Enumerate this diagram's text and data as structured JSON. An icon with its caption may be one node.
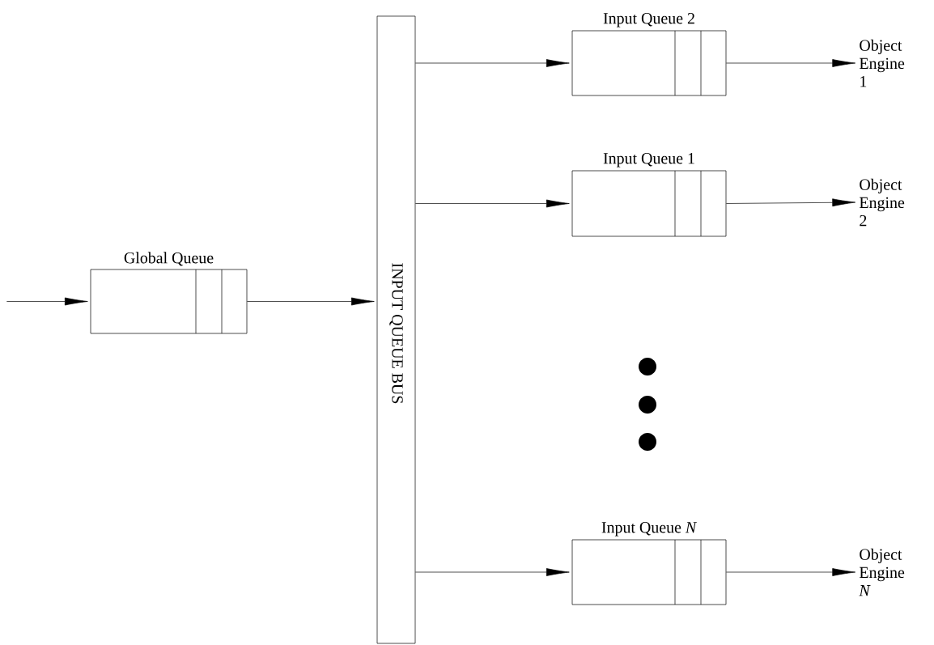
{
  "diagram": {
    "nodes": [
      {
        "text": [
          "Global Queue"
        ]
      },
      {
        "text": [
          "INPUT QUEUE BUS"
        ]
      },
      {
        "text": [
          "Input Queue 2"
        ]
      },
      {
        "text": [
          "Object Engine 1"
        ]
      },
      {
        "text": [
          "Input Queue 1"
        ]
      },
      {
        "text": [
          "Object Engine 2"
        ]
      },
      {
        "text": [
          "Input Queue *N*"
        ]
      },
      {
        "text": [
          "Object Engine *N*"
        ]
      }
    ],
    "edges": [
      {
        "from": null,
        "to": 0,
        "arrow": "to"
      },
      {
        "from": 0,
        "to": 1,
        "arrow": "to"
      },
      {
        "from": 1,
        "to": 2,
        "arrow": "to"
      },
      {
        "from": 2,
        "to": 3,
        "arrow": "to"
      },
      {
        "from": 1,
        "to": 4,
        "arrow": "to"
      },
      {
        "from": 4,
        "to": 5,
        "arrow": "to"
      },
      {
        "from": 1,
        "to": 6,
        "arrow": "to"
      },
      {
        "from": 6,
        "to": 7,
        "arrow": "to"
      }
    ]
  }
}
